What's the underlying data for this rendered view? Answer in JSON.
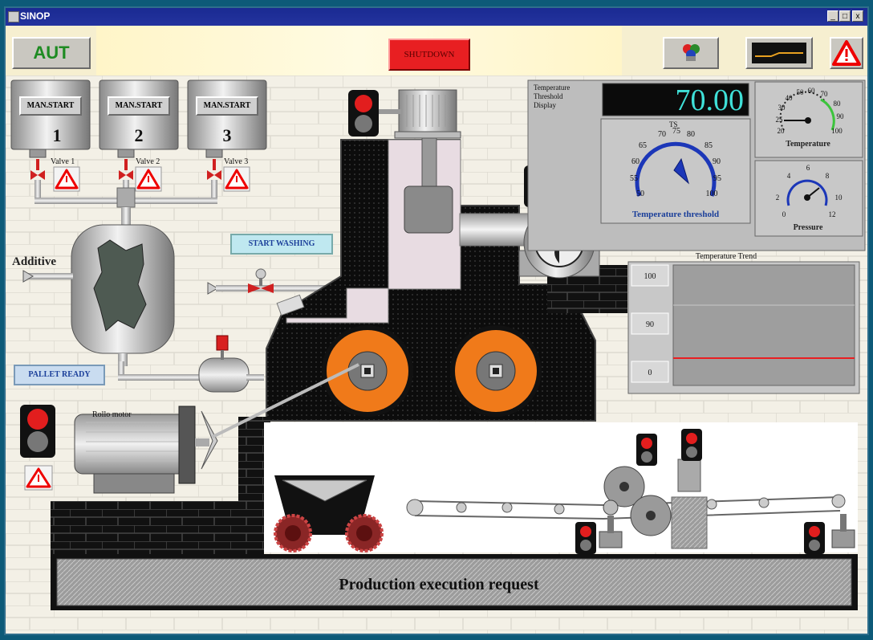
{
  "window": {
    "title": "SINOP",
    "controls": [
      "_",
      "□",
      "x"
    ]
  },
  "toolbar": {
    "mode_label": "AUT",
    "shutdown_label": "SHUTDOWN"
  },
  "tanks": [
    {
      "button_label": "MAN.START",
      "number": "1",
      "valve_label": "Valve 1"
    },
    {
      "button_label": "MAN.START",
      "number": "2",
      "valve_label": "Valve 2"
    },
    {
      "button_label": "MAN.START",
      "number": "3",
      "valve_label": "Valve 3"
    }
  ],
  "labels": {
    "additive": "Additive",
    "pallet_ready": "PALLET READY",
    "start_washing": "START WASHING",
    "rollo_motor": "Rollo motor",
    "production_request": "Production execution request"
  },
  "temperature_panel": {
    "threshold_caption_1": "Temperature",
    "threshold_caption_2": "Threshold",
    "threshold_caption_3": "Display",
    "digital_value": "70.00",
    "threshold_gauge_title": "Temperature threshold",
    "threshold_ticks": [
      "50",
      "55",
      "60",
      "65",
      "70",
      "75",
      "80",
      "85",
      "90",
      "95",
      "100"
    ],
    "threshold_ts_label": "TS",
    "temperature_gauge_title": "Temperature",
    "temperature_ticks": [
      "20",
      "25",
      "30",
      "40",
      "50",
      "60",
      "70",
      "80",
      "90",
      "100"
    ],
    "pressure_gauge_title": "Pressure",
    "pressure_ticks": [
      "0",
      "2",
      "4",
      "6",
      "8",
      "10",
      "12"
    ]
  },
  "trend": {
    "title": "Temperature Trend",
    "y_labels": [
      "100",
      "90",
      "0"
    ]
  },
  "colors": {
    "accent_red": "#e81f22",
    "mode_green": "#1e8b22",
    "digital_cyan": "#3fe0d8",
    "gear_orange": "#f07a1a",
    "label_blue": "#1b3f9a"
  }
}
